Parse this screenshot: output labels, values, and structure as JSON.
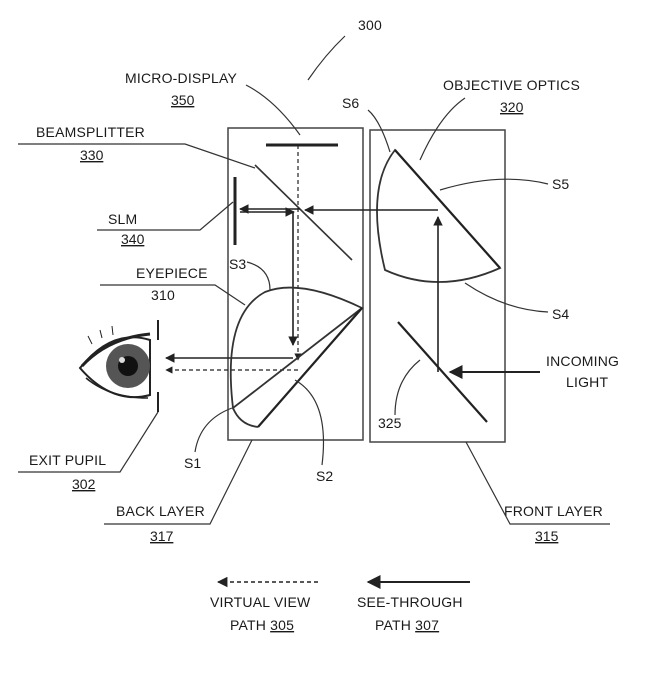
{
  "figure_number": "300",
  "labels": {
    "micro_display": {
      "name": "MICRO-DISPLAY",
      "ref": "350"
    },
    "objective_optics": {
      "name": "OBJECTIVE OPTICS",
      "ref": "320"
    },
    "beamsplitter": {
      "name": "BEAMSPLITTER",
      "ref": "330"
    },
    "slm": {
      "name": "SLM",
      "ref": "340"
    },
    "eyepiece": {
      "name": "EYEPIECE",
      "ref": "310"
    },
    "exit_pupil": {
      "name": "EXIT PUPIL",
      "ref": "302"
    },
    "back_layer": {
      "name": "BACK LAYER",
      "ref": "317"
    },
    "front_layer": {
      "name": "FRONT LAYER",
      "ref": "315"
    },
    "incoming_light": {
      "line1": "INCOMING",
      "line2": "LIGHT"
    },
    "mirror_ref": "325"
  },
  "surfaces": {
    "s1": "S1",
    "s2": "S2",
    "s3": "S3",
    "s4": "S4",
    "s5": "S5",
    "s6": "S6"
  },
  "legend": {
    "virtual": {
      "line1": "VIRTUAL VIEW",
      "line2_prefix": "PATH ",
      "ref": "305"
    },
    "seethrough": {
      "line1": "SEE-THROUGH",
      "line2_prefix": "PATH ",
      "ref": "307"
    }
  }
}
